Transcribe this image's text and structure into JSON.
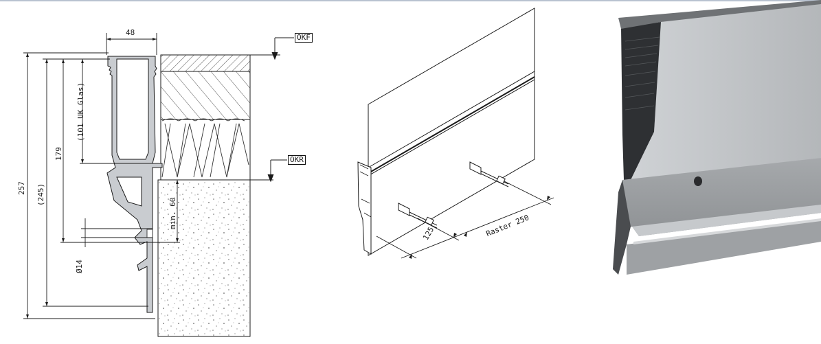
{
  "drawing": {
    "dimensions": {
      "width_top": "48",
      "total_height": "257",
      "height_245": "(245)",
      "height_179": "179",
      "glass_bottom": "(101 UK Glas)",
      "min_depth": "min. 60",
      "hole_diameter": "Ø14"
    },
    "levels": {
      "okf": "OKF",
      "okr": "OKR"
    }
  },
  "iso_view": {
    "spacing_first": "125",
    "grid_spacing": "Raster 250"
  },
  "colors": {
    "line": "#1a1a1a",
    "profile_fill": "#c9ccd0",
    "hatch": "#555555",
    "product_light": "#b7babd",
    "product_dark": "#3a3c3f"
  }
}
